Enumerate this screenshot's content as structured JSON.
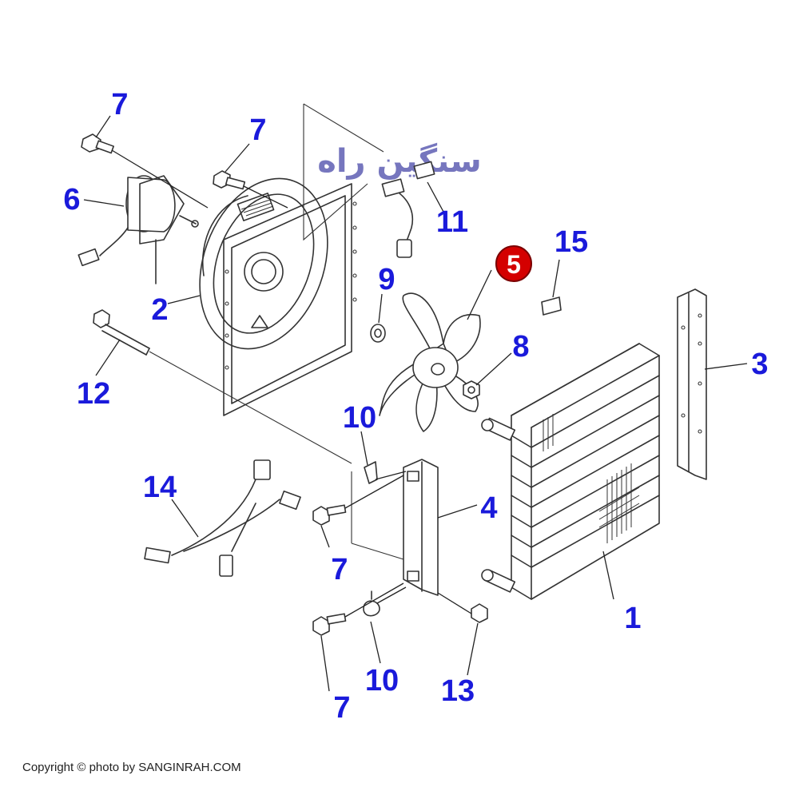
{
  "watermark": "سنگین راه",
  "highlight": {
    "label": "5",
    "color": "#d40000"
  },
  "label_color": "#1a1adb",
  "labels": {
    "screw_a": "7",
    "screw_b": "7",
    "motor": "6",
    "shroud": "2",
    "bolt": "12",
    "harness_11": "11",
    "washer": "9",
    "tag": "15",
    "bracket_3": "3",
    "nut": "8",
    "clamp_a": "10",
    "harness_14": "14",
    "bracket_4": "4",
    "screw_c": "7",
    "core": "1",
    "screw_d": "7",
    "clamp_b": "10",
    "nut_13": "13"
  },
  "copyright": "Copyright © photo by SANGINRAH.COM"
}
